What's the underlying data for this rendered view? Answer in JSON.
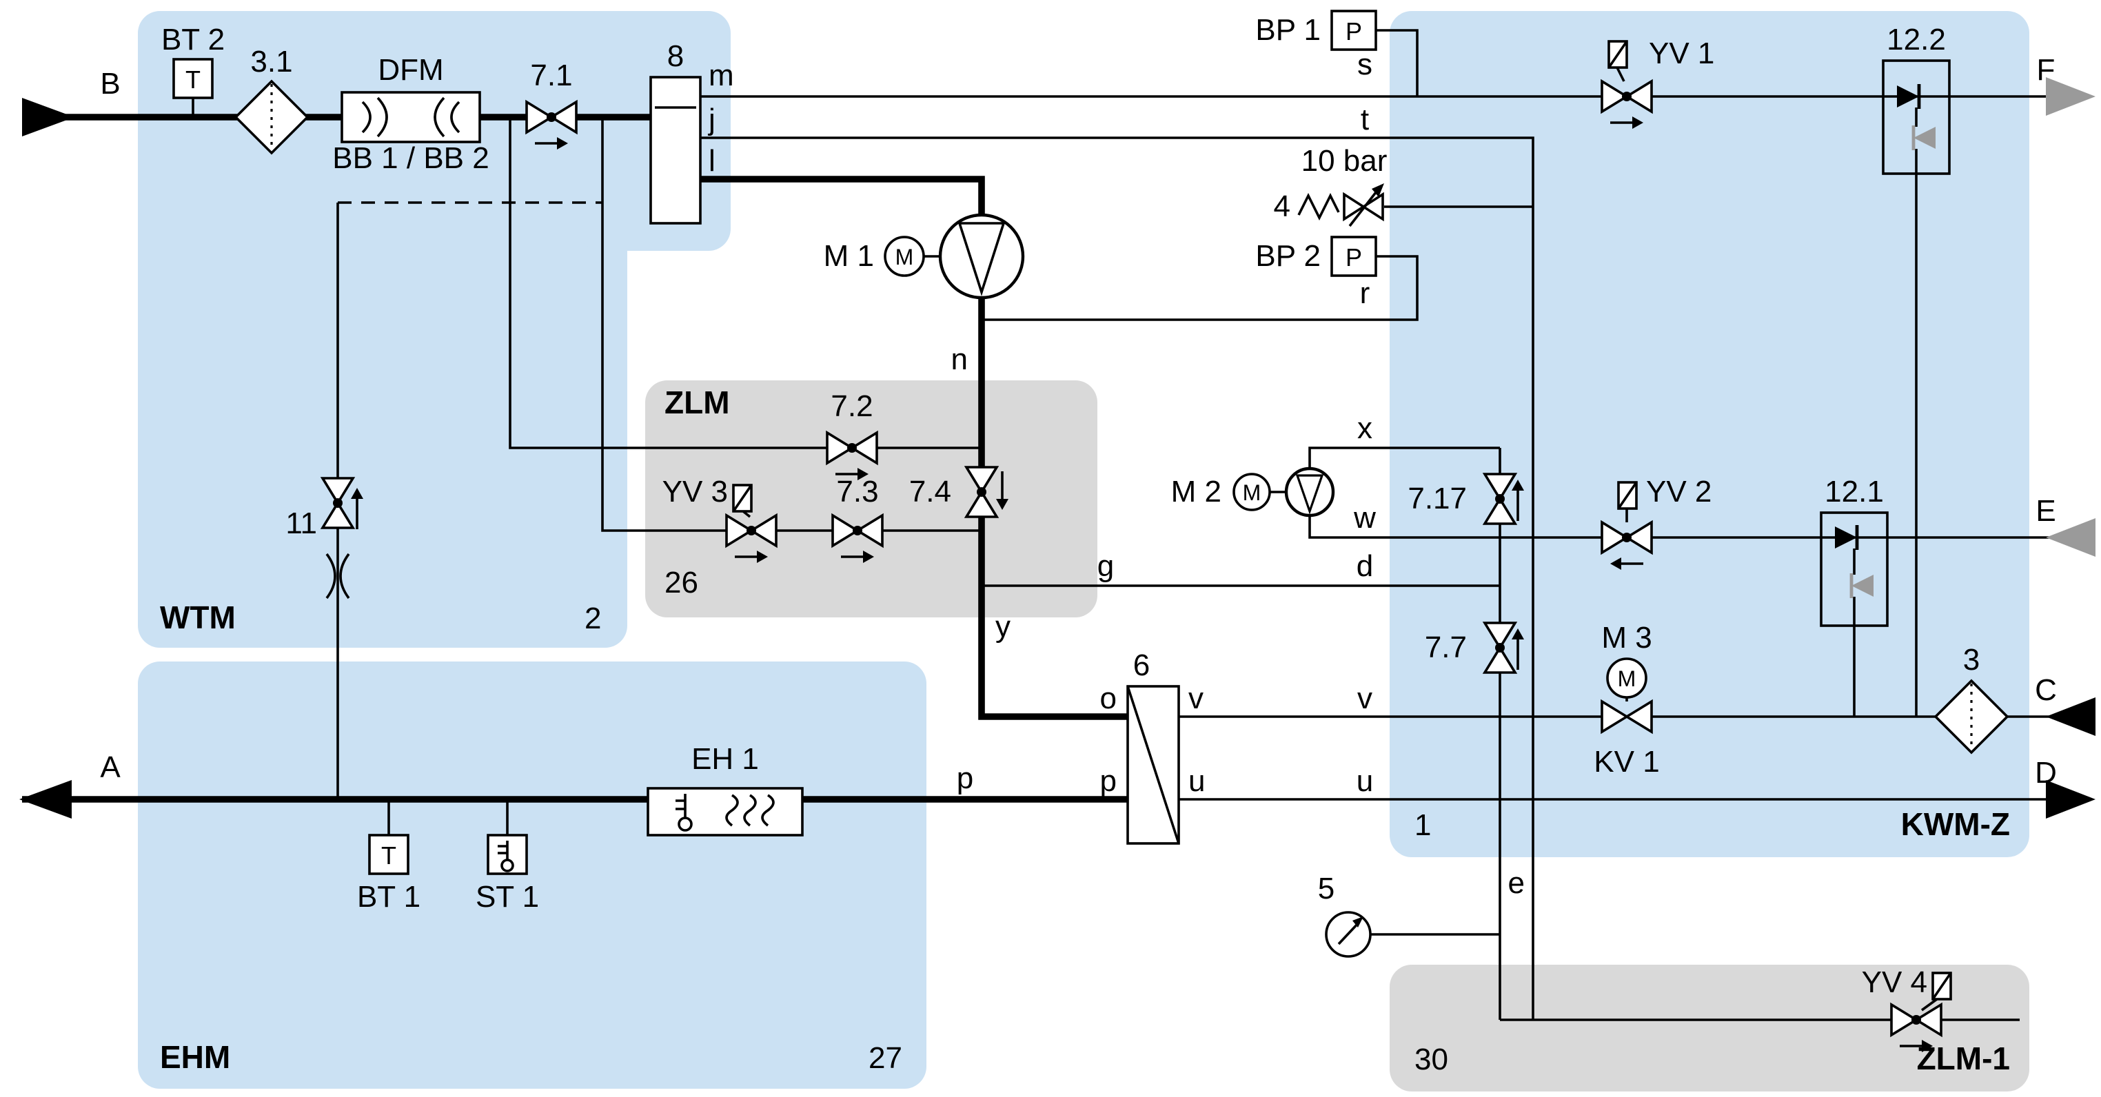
{
  "palette": {
    "region_blue": "#cbe1f3",
    "region_gray": "#d9d9d9",
    "line_black": "#000000",
    "muted_gray": "#9a9a9a"
  },
  "modules": {
    "wtm": {
      "label": "WTM",
      "number": "2"
    },
    "zlm": {
      "label": "ZLM",
      "number": "26"
    },
    "ehm": {
      "label": "EHM",
      "number": "27"
    },
    "kwmz": {
      "label": "KWM-Z",
      "number": "1"
    },
    "zlm1": {
      "label": "ZLM-1",
      "number": "30"
    }
  },
  "ports": {
    "a": "A",
    "b": "B",
    "c": "C",
    "d": "D",
    "e": "E",
    "f": "F"
  },
  "lines": {
    "m": "m",
    "j": "j",
    "l": "l",
    "s": "s",
    "t": "t",
    "r": "r",
    "n": "n",
    "x": "x",
    "w": "w",
    "g": "g",
    "d": "d",
    "y": "y",
    "o": "o",
    "v": "v",
    "p": "p",
    "u": "u",
    "e": "e"
  },
  "components": {
    "bt2": "BT 2",
    "f3_1": "3.1",
    "dfm": "DFM",
    "dfm_sub": "BB 1 / BB 2",
    "v7_1": "7.1",
    "tank8": "8",
    "bp1": "BP 1",
    "bp2": "BP 2",
    "p_letter": "P",
    "t_letter": "T",
    "m_letter": "M",
    "relief4": "4",
    "relief4_setting": "10 bar",
    "m1": "M 1",
    "m2": "M 2",
    "m3": "M 3",
    "kv1": "KV 1",
    "v7_2": "7.2",
    "yv3": "YV 3",
    "v7_3": "7.3",
    "v7_4": "7.4",
    "v11": "11",
    "v7_17": "7.17",
    "v7_7": "7.7",
    "yv1": "YV 1",
    "yv2": "YV 2",
    "yv4": "YV 4",
    "cv12_2": "12.2",
    "cv12_1": "12.1",
    "f3": "3",
    "gauge5": "5",
    "eh1": "EH 1",
    "bt1": "BT 1",
    "st1": "ST 1",
    "hx6": "6"
  }
}
